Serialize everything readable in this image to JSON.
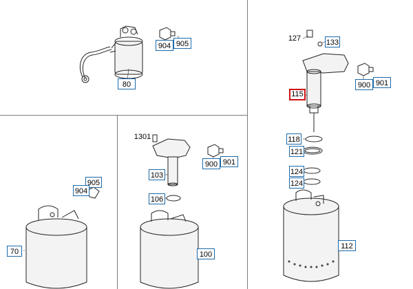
{
  "callouts": [
    {
      "id": "80",
      "label": "80",
      "style": "boxed"
    },
    {
      "id": "904a",
      "label": "904",
      "style": "boxed"
    },
    {
      "id": "905a",
      "label": "905",
      "style": "boxed"
    },
    {
      "id": "127",
      "label": "127",
      "style": "plain"
    },
    {
      "id": "133",
      "label": "133",
      "style": "boxed"
    },
    {
      "id": "115",
      "label": "115",
      "style": "selected"
    },
    {
      "id": "900a",
      "label": "900",
      "style": "boxed"
    },
    {
      "id": "901a",
      "label": "901",
      "style": "boxed"
    },
    {
      "id": "118",
      "label": "118",
      "style": "boxed"
    },
    {
      "id": "121",
      "label": "121",
      "style": "boxed"
    },
    {
      "id": "124a",
      "label": "124",
      "style": "boxed"
    },
    {
      "id": "124b",
      "label": "124",
      "style": "boxed"
    },
    {
      "id": "112",
      "label": "112",
      "style": "boxed"
    },
    {
      "id": "1301",
      "label": "1301",
      "style": "plain"
    },
    {
      "id": "900b",
      "label": "900",
      "style": "boxed"
    },
    {
      "id": "901b",
      "label": "901",
      "style": "boxed"
    },
    {
      "id": "103",
      "label": "103",
      "style": "boxed"
    },
    {
      "id": "106",
      "label": "106",
      "style": "boxed"
    },
    {
      "id": "100",
      "label": "100",
      "style": "boxed"
    },
    {
      "id": "905b",
      "label": "905",
      "style": "boxed"
    },
    {
      "id": "904b",
      "label": "904",
      "style": "boxed"
    },
    {
      "id": "70",
      "label": "70",
      "style": "boxed"
    }
  ],
  "colors": {
    "callout_border": "#1b69a8",
    "selected_border": "#d01010",
    "panel_divider": "#7a7a7a"
  }
}
